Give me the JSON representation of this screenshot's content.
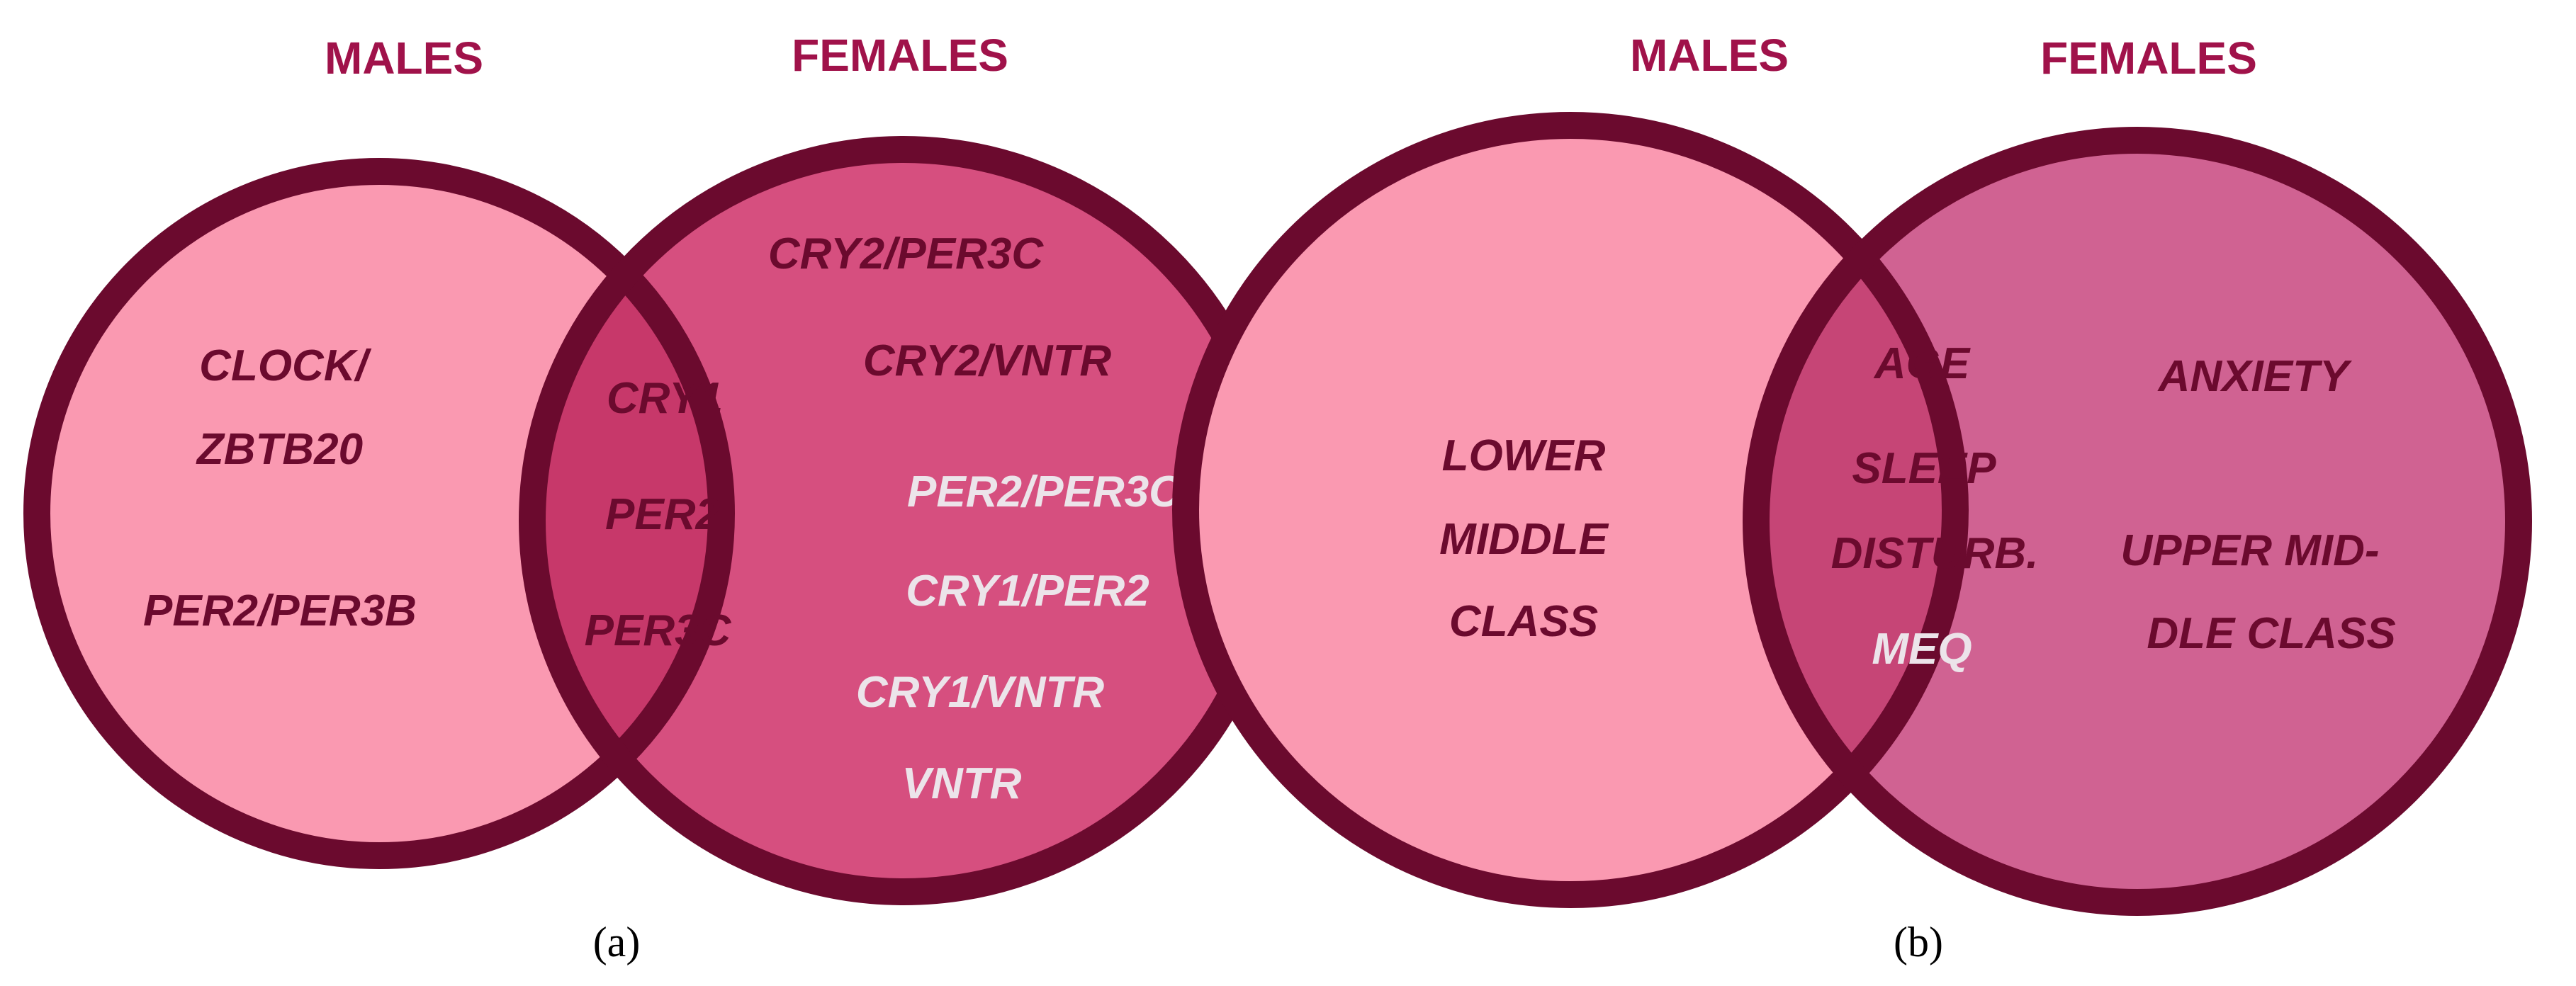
{
  "colors": {
    "outline": "#6b0a2e",
    "heading": "#a0124a",
    "males_fill": "#fa99b1",
    "females_fill_a": "#d64f7f",
    "overlap_fill_a": "#c7386a",
    "females_fill_b": "#d06292",
    "overlap_fill_b": "#c64576",
    "dark_text": "#6b0a2e",
    "light_text": "#ece4ea"
  },
  "diagram_a": {
    "males_heading": "MALES",
    "females_heading": "FEMALES",
    "males_only": [
      "CLOCK/",
      "ZBTB20",
      "PER2/PER3B"
    ],
    "shared": [
      "CRY1",
      "PER2",
      "PER3C"
    ],
    "females_only": [
      "CRY2/PER3C",
      "CRY2/VNTR",
      "PER2/PER3C",
      "CRY1/PER2",
      "CRY1/VNTR",
      "VNTR"
    ],
    "caption": "(a)"
  },
  "diagram_b": {
    "males_heading": "MALES",
    "females_heading": "FEMALES",
    "males_only": [
      "LOWER",
      "MIDDLE",
      "CLASS"
    ],
    "shared": [
      "AGE",
      "SLEEP",
      "DISTURB.",
      "MEQ"
    ],
    "females_only": [
      "ANXIETY",
      "UPPER MID-",
      "DLE CLASS"
    ],
    "caption": "(b)"
  }
}
